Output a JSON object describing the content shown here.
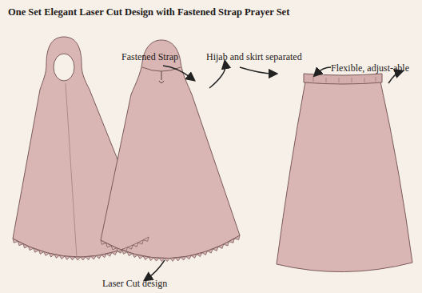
{
  "diagram": {
    "title": "One Set Elegant Laser Cut Design with Fastened Strap Prayer Set",
    "labels": [
      "Fastened Strap",
      "Hijab and skirt separated",
      "Flexible, adjust-able",
      "Laser Cut design"
    ]
  }
}
